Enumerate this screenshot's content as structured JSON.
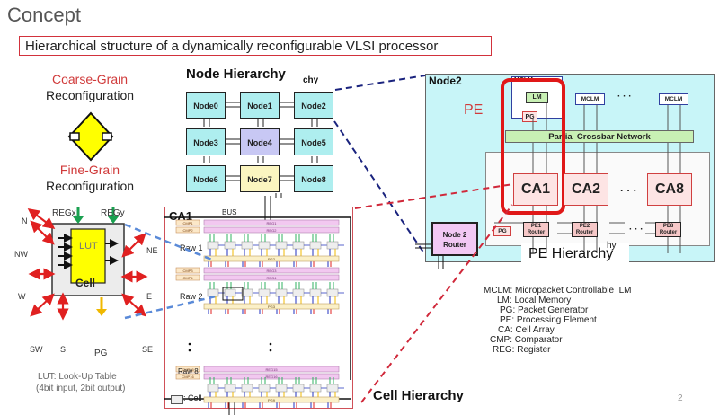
{
  "slide": {
    "title": "Concept",
    "subtitle": "Hierarchical structure of a dynamically reconfigurable VLSI processor",
    "page_number": "2"
  },
  "grain": {
    "coarse": "Coarse-Grain",
    "coarse_sub": "Reconfiguration",
    "fine": "Fine-Grain",
    "fine_sub": "Reconfiguration"
  },
  "cell_diagram": {
    "lut_label": "LUT",
    "cell_label": "Cell",
    "inputs": [
      "REGx",
      "REGy"
    ],
    "output": "PG",
    "directions": [
      "N",
      "NW",
      "W",
      "SW",
      "S",
      "NE",
      "E",
      "SE"
    ],
    "note_line1": "LUT: Look-Up Table",
    "note_line2": "(4bit input, 2bit output)",
    "colors": {
      "lut": "#ffff00",
      "cell_bg": "#ececec",
      "arrow_red": "#e02020",
      "arrow_green": "#1aa050",
      "arrow_yellow": "#f0b800"
    }
  },
  "node_hierarchy": {
    "title": "Node Hierarchy",
    "title_ghost": "chy",
    "nodes": [
      "Node0",
      "Node1",
      "Node2",
      "Node3",
      "Node4",
      "Node5",
      "Node6",
      "Node7",
      "Node8"
    ],
    "colors": {
      "default": "#aeeeef",
      "node4": "#c8c8f4",
      "node7": "#fbf5c0"
    }
  },
  "cell_hierarchy": {
    "title": "Cell Hierarchy",
    "array_label": "CA1",
    "bus_label": "BUS",
    "rows": [
      {
        "label": "Raw 1",
        "cmps": [
          "CMP1",
          "CMP2"
        ],
        "regs": [
          "REG1",
          "REG2"
        ],
        "pg": "PG2"
      },
      {
        "label": "Raw 2",
        "cmps": [
          "CMP3",
          "CMP4"
        ],
        "regs": [
          "REG3",
          "REG4"
        ],
        "pg": "PG3"
      },
      {
        "label": "Raw 8",
        "cmps": [
          "CMP15",
          "CMP16"
        ],
        "regs": [
          "REG15",
          "REG16"
        ],
        "pg": "PG9"
      }
    ],
    "cell_legend": ": Cell"
  },
  "pe_hierarchy": {
    "title": "PE Hierarchy",
    "title_ghost": "hy",
    "node_label": "Node2",
    "pe_label": "PE",
    "mclm": "MCLM",
    "lm": "LM",
    "pg": "PG",
    "crossbar": "Partia  Crossbar Network",
    "cell_arrays": [
      "CA1",
      "CA2",
      "CA8"
    ],
    "routers": [
      "PE1\nRouter",
      "PE2\nRouter",
      "PE8\nRouter"
    ],
    "router_lines": [
      [
        "PE1",
        "Router"
      ],
      [
        "PE2",
        "Router"
      ],
      [
        "PE8",
        "Router"
      ]
    ],
    "node_router": [
      "Node 2",
      "Router"
    ],
    "ellipsis": "· · ·"
  },
  "legend": [
    "MCLM: Micropacket Controllable  LM",
    "LM: Local Memory",
    "PG: Packet Generator",
    "PE: Processing Element",
    "CA: Cell Array",
    "CMP: Comparator",
    "REG: Register"
  ]
}
